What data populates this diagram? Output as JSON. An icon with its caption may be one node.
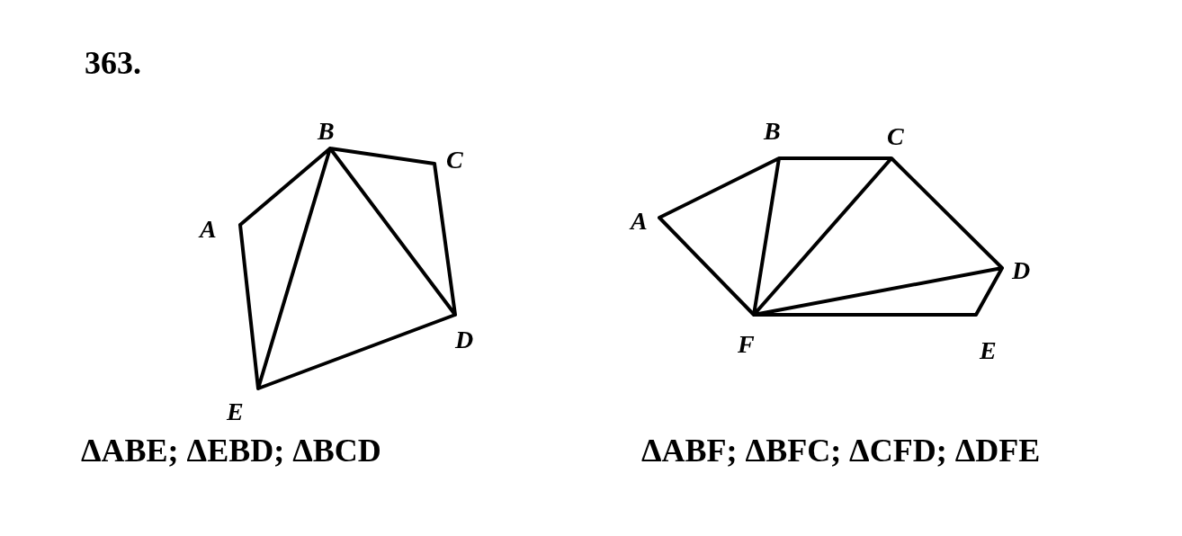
{
  "diagram": {
    "labels": [
      "363.",
      "B",
      "C",
      "A",
      "D",
      "E",
      "B",
      "C",
      "A",
      "D",
      "F",
      "E",
      "ΔABE; ΔEBD; ΔBCD",
      "ΔABF; ΔBFC; ΔCFD; ΔDFE"
    ]
  }
}
